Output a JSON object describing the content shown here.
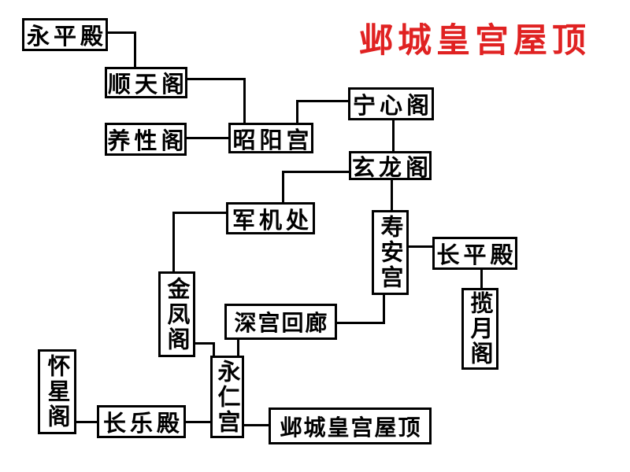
{
  "title": {
    "text": "邺城皇宫屋顶",
    "color": "#e02222"
  },
  "nodes": {
    "yongpingdian": "永平殿",
    "shuntiange": "顺天阁",
    "yangxingge": "养性阁",
    "zhaoyanggong": "昭阳宫",
    "ningxinge": "宁心阁",
    "xuanlongge": "玄龙阁",
    "junjichu": "军机处",
    "shouangong": "寿安宫",
    "changpingdian": "长平殿",
    "lanyuege": "揽月阁",
    "jinfengge": "金凤阁",
    "shengonghuilang": "深宫回廊",
    "huaixingge": "怀星阁",
    "changledian": "长乐殿",
    "yongrengong": "永仁宫",
    "yechenggongwuding": "邺城皇宫屋顶"
  },
  "colors": {
    "background": "#ffffff",
    "box_border": "#000000",
    "line": "#000000",
    "text": "#000000",
    "title": "#e02222"
  }
}
